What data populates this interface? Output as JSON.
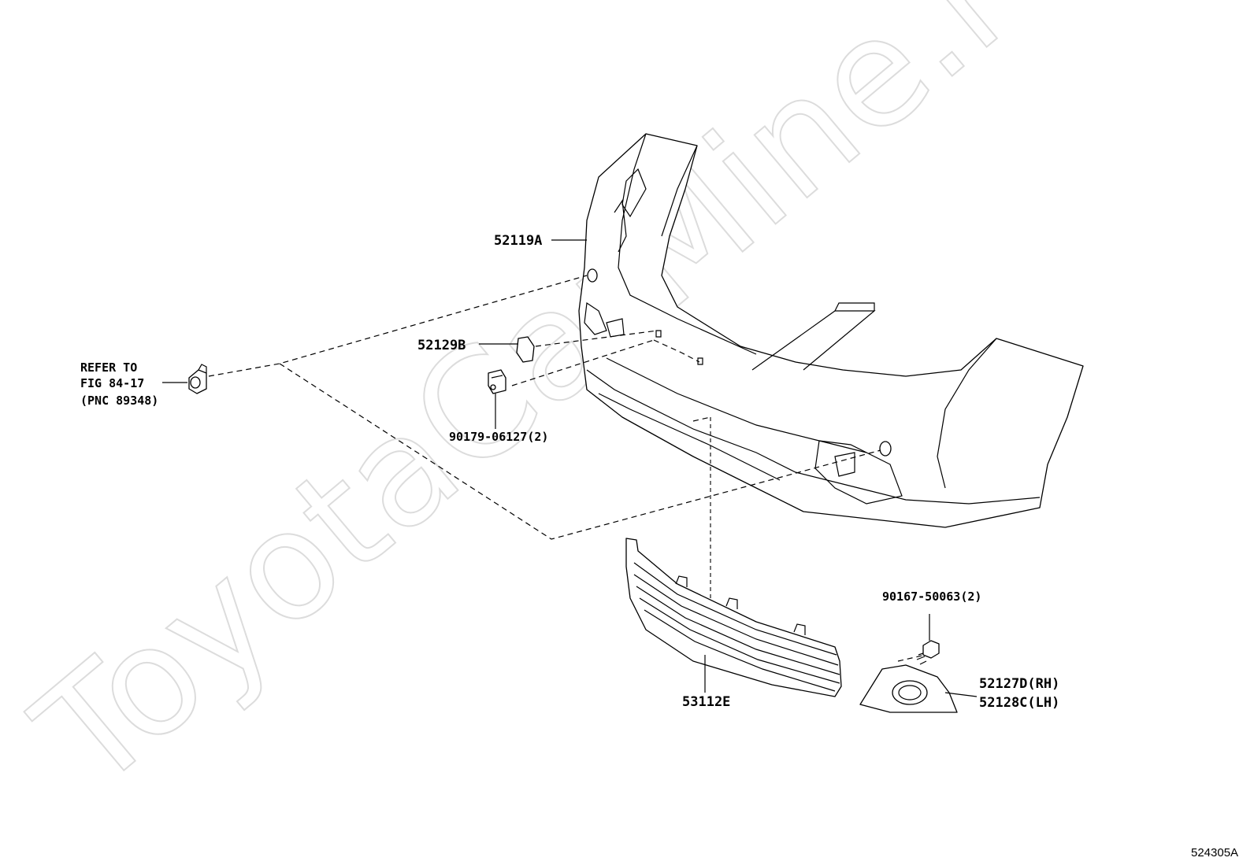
{
  "watermark": "ToyotaCarMine.ru",
  "figure_id": "524305A",
  "callouts": {
    "bumper_cover": "52119A",
    "cap": "52129B",
    "clip": "90179-06127(2)",
    "refer_line1": "REFER TO",
    "refer_line2": "FIG 84-17",
    "refer_line3": "(PNC 89348)",
    "grille": "53112E",
    "screw": "90167-50063(2)",
    "fog_cover_rh": "52127D(RH)",
    "fog_cover_lh": "52128C(LH)"
  }
}
